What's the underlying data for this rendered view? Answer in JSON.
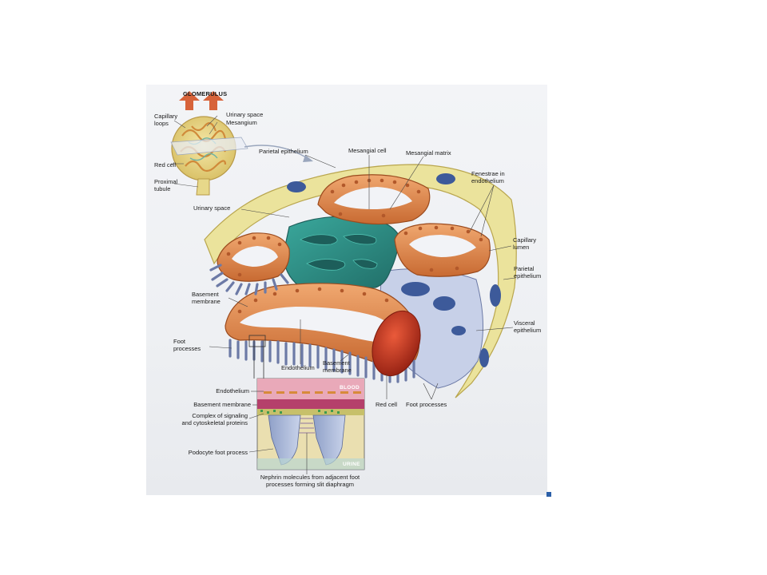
{
  "figure": {
    "overview": {
      "title": "GLOMERULUS",
      "labels": {
        "capillary_loops": "Capillary\nloops",
        "urinary_space": "Urinary space",
        "mesangium": "Mesangium",
        "red_cell": "Red cell",
        "proximal_tubule": "Proximal\ntubule"
      }
    },
    "main": {
      "labels": {
        "mesangial_cell": "Mesangial cell",
        "mesangial_matrix": "Mesangial matrix",
        "parietal_epithelium_top": "Parietal epithelium",
        "fenestrae": "Fenestrae in\nendothelium",
        "urinary_space": "Urinary space",
        "capillary_lumen": "Capillary\nlumen",
        "parietal_epithelium_right": "Parietal\nepithelium",
        "basement_membrane_left": "Basement\nmembrane",
        "visceral_epithelium": "Visceral\nepithelium",
        "foot_processes_left": "Foot\nprocesses",
        "endothelium": "Endothelium",
        "basement_membrane_bottom": "Basement\nmembrane",
        "red_cell": "Red cell",
        "foot_processes_bottom": "Foot processes"
      }
    },
    "inset": {
      "blood_tag": "BLOOD",
      "urine_tag": "URINE",
      "labels": {
        "endothelium": "Endothelium",
        "basement_membrane": "Basement membrane",
        "complex": "Complex of signaling\nand cytoskeletal proteins",
        "podocyte": "Podocyte foot process",
        "nephrin": "Nephrin molecules from adjacent foot\nprocesses forming slit diaphragm"
      }
    }
  },
  "colors": {
    "parietal_yellow": "#e9e29a",
    "capillary_orange": "#e0884a",
    "mesangium_teal": "#2f8c84",
    "mesangium_dark": "#1d5e5a",
    "nucleus_blue": "#3d5a9a",
    "podocyte_lavender": "#c7d0e8",
    "red_cell": "#c43520",
    "inset_pink": "#e9a9b9",
    "basement_magenta": "#b5406b"
  }
}
